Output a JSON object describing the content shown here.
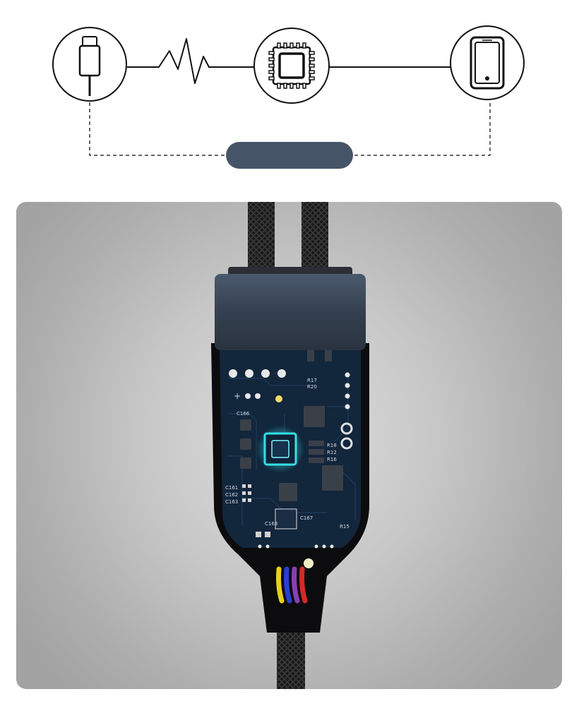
{
  "diagram": {
    "nodes": [
      {
        "id": "usb-c",
        "icon": "usb-c-plug-icon"
      },
      {
        "id": "chip",
        "icon": "microchip-icon"
      },
      {
        "id": "phone",
        "icon": "smartphone-icon"
      }
    ],
    "link_left": "zigzag-signal",
    "link_right": "straight-line",
    "bottom_link": "dashed-line",
    "pill_color": "#465468"
  },
  "photo": {
    "subject": "braided-splitter-cable",
    "board_labels": {
      "c166": "C166",
      "r17": "R17",
      "r20": "R20",
      "c161": "C161",
      "c162": "C162",
      "c163a": "C163",
      "c163b": "C163",
      "c167": "C167",
      "r18": "R18",
      "r12": "R12",
      "r16": "R16",
      "r15": "R15",
      "plus": "+"
    },
    "wire_colors": [
      "#e6d020",
      "#2a3fd0",
      "#8a3fb0",
      "#d42a2a"
    ],
    "chip_glow": "#34e0e8",
    "pcb_color": "#12263c"
  }
}
